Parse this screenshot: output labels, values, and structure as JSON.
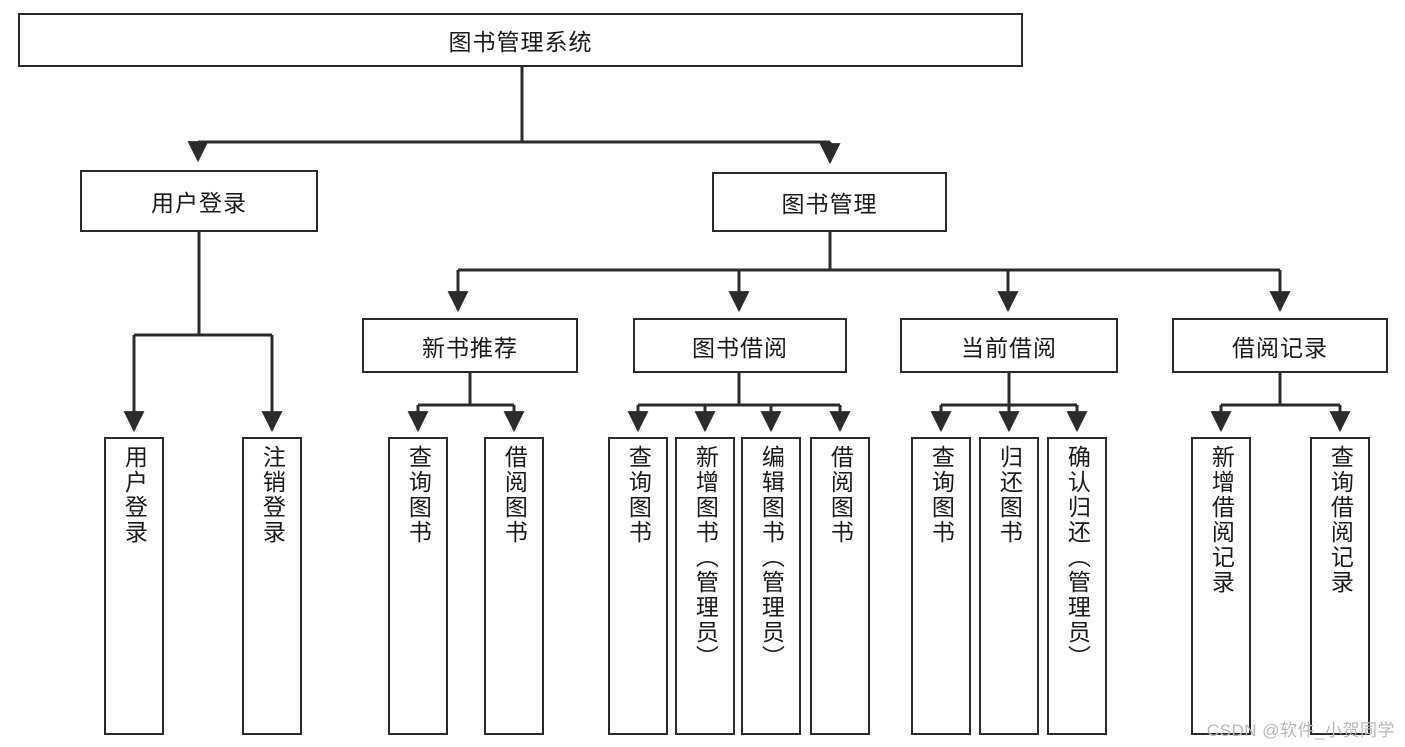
{
  "diagram": {
    "title": "图书管理系统",
    "type": "tree-structure-chart",
    "colors": {
      "stroke": "#2b2b2b",
      "fill": "#ffffff",
      "text": "#1a1a1a",
      "watermark": "#b9b9b9"
    },
    "root": {
      "label": "图书管理系统"
    },
    "level2": [
      {
        "label": "用户登录"
      },
      {
        "label": "图书管理"
      }
    ],
    "level3": [
      {
        "label": "新书推荐"
      },
      {
        "label": "图书借阅"
      },
      {
        "label": "当前借阅"
      },
      {
        "label": "借阅记录"
      }
    ],
    "leaves": {
      "user_login": [
        {
          "label": "用户登录"
        },
        {
          "label": "注销登录"
        }
      ],
      "new_book": [
        {
          "label": "查询图书"
        },
        {
          "label": "借阅图书"
        }
      ],
      "book_borrow": [
        {
          "label": "查询图书"
        },
        {
          "label": "新增图书（管理员）"
        },
        {
          "label": "编辑图书（管理员）"
        },
        {
          "label": "借阅图书"
        }
      ],
      "current_borrow": [
        {
          "label": "查询图书"
        },
        {
          "label": "归还图书"
        },
        {
          "label": "确认归还（管理员）"
        }
      ],
      "borrow_record": [
        {
          "label": "新增借阅记录"
        },
        {
          "label": "查询借阅记录"
        }
      ]
    },
    "watermark": "CSDN @软件_小贺同学"
  }
}
